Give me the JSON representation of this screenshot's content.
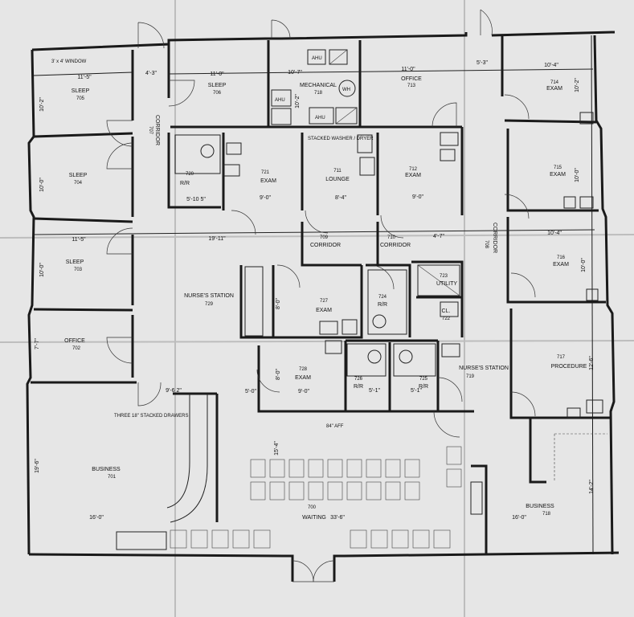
{
  "rooms": [
    {
      "id": "r-sleep-705",
      "label": "SLEEP",
      "number": "705"
    },
    {
      "id": "r-sleep-706",
      "label": "SLEEP",
      "number": "706"
    },
    {
      "id": "r-mech",
      "label": "MECHANICAL",
      "number": "718"
    },
    {
      "id": "r-office-713",
      "label": "OFFICE",
      "number": "713"
    },
    {
      "id": "r-exam-714",
      "label": "EXAM",
      "number": "714"
    },
    {
      "id": "r-sleep-704",
      "label": "SLEEP",
      "number": "704"
    },
    {
      "id": "r-rr-720",
      "label": "R/R",
      "number": "720"
    },
    {
      "id": "r-exam-721",
      "label": "EXAM",
      "number": "721"
    },
    {
      "id": "r-lounge",
      "label": "LOUNGE",
      "number": "711"
    },
    {
      "id": "r-exam-712",
      "label": "EXAM",
      "number": "712"
    },
    {
      "id": "r-exam-715",
      "label": "EXAM",
      "number": "715"
    },
    {
      "id": "r-sleep-703",
      "label": "SLEEP",
      "number": "703"
    },
    {
      "id": "r-exam-716",
      "label": "EXAM",
      "number": "716"
    },
    {
      "id": "r-nurse-729",
      "label": "NURSE'S STATION",
      "number": "729"
    },
    {
      "id": "r-exam-727",
      "label": "EXAM",
      "number": "727"
    },
    {
      "id": "r-rr-724",
      "label": "R/R",
      "number": "724"
    },
    {
      "id": "r-utility",
      "label": "UTILITY",
      "number": "723"
    },
    {
      "id": "r-cl",
      "label": "CL.",
      "number": "722"
    },
    {
      "id": "r-office-702",
      "label": "OFFICE",
      "number": "702"
    },
    {
      "id": "r-procedure",
      "label": "PROCEDURE",
      "number": "717"
    },
    {
      "id": "r-exam-728",
      "label": "EXAM",
      "number": "728"
    },
    {
      "id": "r-rr-726",
      "label": "R/R",
      "number": "726"
    },
    {
      "id": "r-rr-725",
      "label": "R/R",
      "number": "725"
    },
    {
      "id": "r-nurse-719",
      "label": "NURSE'S STATION",
      "number": "719"
    },
    {
      "id": "r-business-701",
      "label": "BUSINESS",
      "number": "701"
    },
    {
      "id": "r-waiting",
      "label": "WAITING",
      "number": "700"
    },
    {
      "id": "r-business-718",
      "label": "BUSINESS",
      "number": "718"
    },
    {
      "id": "r-corr-a",
      "label": "CORRIDOR",
      "number": "707"
    },
    {
      "id": "r-corr-b",
      "label": "CORRIDOR",
      "number": "709"
    },
    {
      "id": "r-corr-c",
      "label": "CORRIDOR",
      "number": "710"
    },
    {
      "id": "r-corr-d",
      "label": "CORRIDOR",
      "number": "708"
    }
  ],
  "dimensions": [
    {
      "id": "d1",
      "text": "11'-5\""
    },
    {
      "id": "d2",
      "text": "4'-3\""
    },
    {
      "id": "d3",
      "text": "11'-0\""
    },
    {
      "id": "d4",
      "text": "10'-7\""
    },
    {
      "id": "d5",
      "text": "11'-0\""
    },
    {
      "id": "d6",
      "text": "5'-3\""
    },
    {
      "id": "d7",
      "text": "10'-4\""
    },
    {
      "id": "d8",
      "text": "10'-2\""
    },
    {
      "id": "d9",
      "text": "10'-2\""
    },
    {
      "id": "d10",
      "text": "10'-0\""
    },
    {
      "id": "d11",
      "text": "5'-10 5\""
    },
    {
      "id": "d12",
      "text": "9'-0\""
    },
    {
      "id": "d13",
      "text": "8'-4\""
    },
    {
      "id": "d14",
      "text": "9'-0\""
    },
    {
      "id": "d15",
      "text": "10'-0\""
    },
    {
      "id": "d16",
      "text": "11'-5\""
    },
    {
      "id": "d17",
      "text": "19'-11\""
    },
    {
      "id": "d18",
      "text": "4'-7\""
    },
    {
      "id": "d19",
      "text": "10'-4\""
    },
    {
      "id": "d20",
      "text": "10'-0\""
    },
    {
      "id": "d21",
      "text": "10'-0\""
    },
    {
      "id": "d22",
      "text": "8'-0\""
    },
    {
      "id": "d23",
      "text": "7'-7\""
    },
    {
      "id": "d24",
      "text": "12'-6\""
    },
    {
      "id": "d25",
      "text": "9'-6 2\""
    },
    {
      "id": "d26",
      "text": "5'-0\""
    },
    {
      "id": "d27",
      "text": "9'-0\""
    },
    {
      "id": "d28",
      "text": "5'-1\""
    },
    {
      "id": "d29",
      "text": "5'-1\""
    },
    {
      "id": "d30",
      "text": "15'-4\""
    },
    {
      "id": "d31",
      "text": "19'-6\""
    },
    {
      "id": "d32",
      "text": "16'-0\""
    },
    {
      "id": "d33",
      "text": "33'-6\""
    },
    {
      "id": "d34",
      "text": "16'-0\""
    },
    {
      "id": "d35",
      "text": "14'-2\""
    },
    {
      "id": "d36",
      "text": "10'-2\""
    },
    {
      "id": "d37",
      "text": "8'-0\""
    }
  ],
  "notes": {
    "window": "3' x 4' WINDOW",
    "washer": "STACKED WASHER / DRYER",
    "drawers": "THREE 18\" STACKED DRAWERS",
    "aff": "84\" AFF",
    "ahu1": "AHU",
    "ahu2": "AHU",
    "ahu3": "AHU",
    "wh": "WH"
  }
}
